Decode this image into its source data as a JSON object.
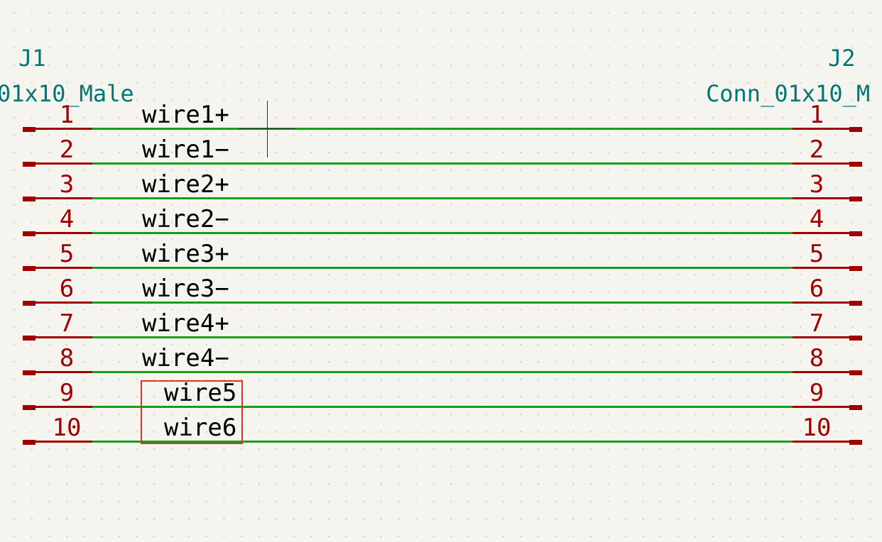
{
  "left_connector": {
    "ref": "J1",
    "value": "01x10_Male"
  },
  "right_connector": {
    "ref": "J2",
    "value": "Conn_01x10_M"
  },
  "pins": [
    {
      "num": "1",
      "label": "wire1+"
    },
    {
      "num": "2",
      "label": "wire1−"
    },
    {
      "num": "3",
      "label": "wire2+"
    },
    {
      "num": "4",
      "label": "wire2−"
    },
    {
      "num": "5",
      "label": "wire3+"
    },
    {
      "num": "6",
      "label": "wire3−"
    },
    {
      "num": "7",
      "label": "wire4+"
    },
    {
      "num": "8",
      "label": "wire4−"
    },
    {
      "num": "9",
      "label": "wire5"
    },
    {
      "num": "10",
      "label": "wire6"
    }
  ],
  "colors": {
    "background": "#f5f4ef",
    "pin": "#a00000",
    "wire": "#1a9e1a",
    "reference_text": "#007777",
    "net_label": "#000000",
    "selection": "#e0301e"
  }
}
